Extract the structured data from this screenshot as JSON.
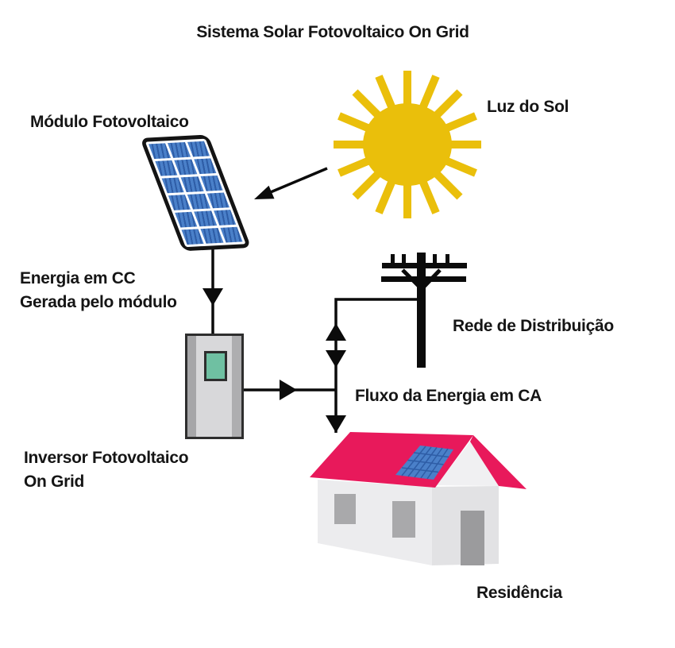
{
  "title": "Sistema Solar Fotovoltaico On Grid",
  "labels": {
    "sun": "Luz do Sol",
    "module": "Módulo Fotovoltaico",
    "dc_line1": "Energia em CC",
    "dc_line2": "Gerada pelo módulo",
    "inverter_line1": "Inversor Fotovoltaico",
    "inverter_line2": "On Grid",
    "grid": "Rede de Distribuição",
    "ac_flow": "Fluxo da Energia em CA",
    "residence": "Residência"
  },
  "colors": {
    "sun": "#EABF0B",
    "panel_cell": "#4A80C9",
    "panel_cell_stripe": "#2E5DA6",
    "roof": "#E8195B",
    "wall_front": "#ECECEE",
    "wall_side": "#E2E2E4",
    "gable": "#F0F0F2",
    "window": "#A9A9AB",
    "door": "#9B9B9D",
    "inverter_body": "#D8D8DA",
    "inverter_side": "#A6A6A8",
    "inverter_side2": "#AEAEB0",
    "screen": "#6FC0A2",
    "line": "#0B0B0B"
  }
}
